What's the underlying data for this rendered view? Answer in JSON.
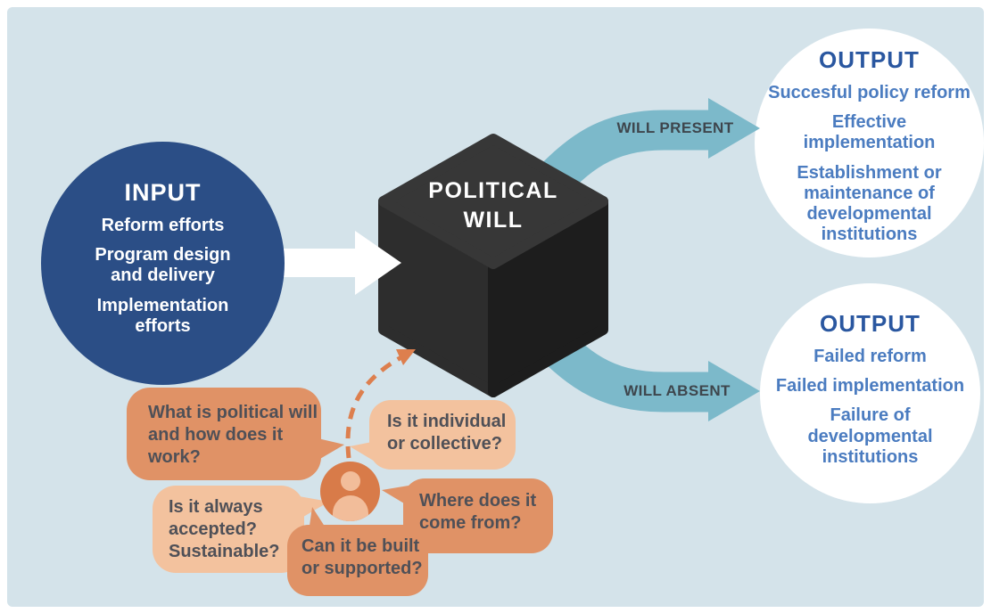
{
  "input": {
    "title": "INPUT",
    "items": [
      "Reform efforts",
      "Program design and delivery",
      "Implementation efforts"
    ]
  },
  "cube": {
    "label": "POLITICAL WILL"
  },
  "flows": {
    "present_label": "WILL PRESENT",
    "absent_label": "WILL ABSENT"
  },
  "output_present": {
    "title": "OUTPUT",
    "items": [
      "Succesful policy reform",
      "Effective implementation",
      "Establishment or maintenance of developmental institutions"
    ]
  },
  "output_absent": {
    "title": "OUTPUT",
    "items": [
      "Failed reform",
      "Failed implementation",
      "Failure of developmental institutions"
    ]
  },
  "questions": {
    "icon": "person-icon",
    "bubbles": [
      {
        "text": "What is political will and how does it work?",
        "tone": "dark"
      },
      {
        "text": "Is it individual or collective?",
        "tone": "light"
      },
      {
        "text": "Is it always accepted? Sustainable?",
        "tone": "light"
      },
      {
        "text": "Where does it come from?",
        "tone": "dark"
      },
      {
        "text": "Can it be built or supported?",
        "tone": "dark"
      }
    ]
  },
  "colors": {
    "panel": "#d4e3ea",
    "navy": "#2b4e86",
    "teal": "#7cb9ca",
    "cube_top": "#373737",
    "cube_left": "#2d2d2d",
    "cube_right": "#1d1d1d",
    "orange_dark": "#e09266",
    "orange_light": "#f3c29e",
    "person_fill": "#d87b49",
    "person_silhouette": "#f2bd9a",
    "dashed_orange": "#dd7f4e",
    "text_dark": "#3e464d",
    "text_bubble": "#4f5057",
    "blue_title": "#2a57a0",
    "blue_item": "#4b7cc0"
  }
}
